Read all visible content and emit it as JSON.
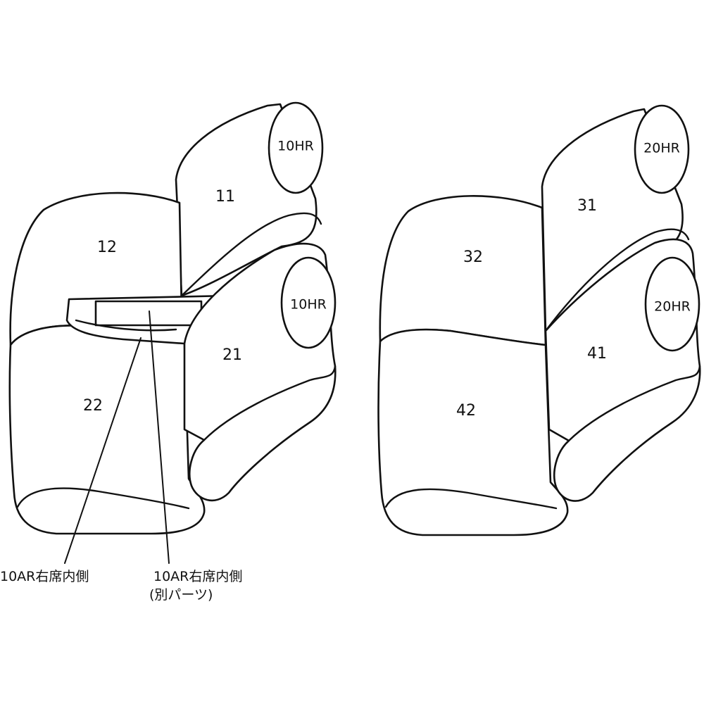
{
  "left_seat": {
    "headrest_upper": "10HR",
    "headrest_lower": "10HR",
    "backrest_upper": "11",
    "backrest_outer": "12",
    "cushion_upper": "21",
    "cushion_outer": "22"
  },
  "right_seat": {
    "headrest_upper": "20HR",
    "headrest_lower": "20HR",
    "backrest_upper": "31",
    "backrest_outer": "32",
    "cushion_upper": "41",
    "cushion_outer": "42"
  },
  "callouts": {
    "left_label": "10AR右席内側",
    "right_label_line1": "10AR右席内側",
    "right_label_line2": "(別パーツ)"
  }
}
